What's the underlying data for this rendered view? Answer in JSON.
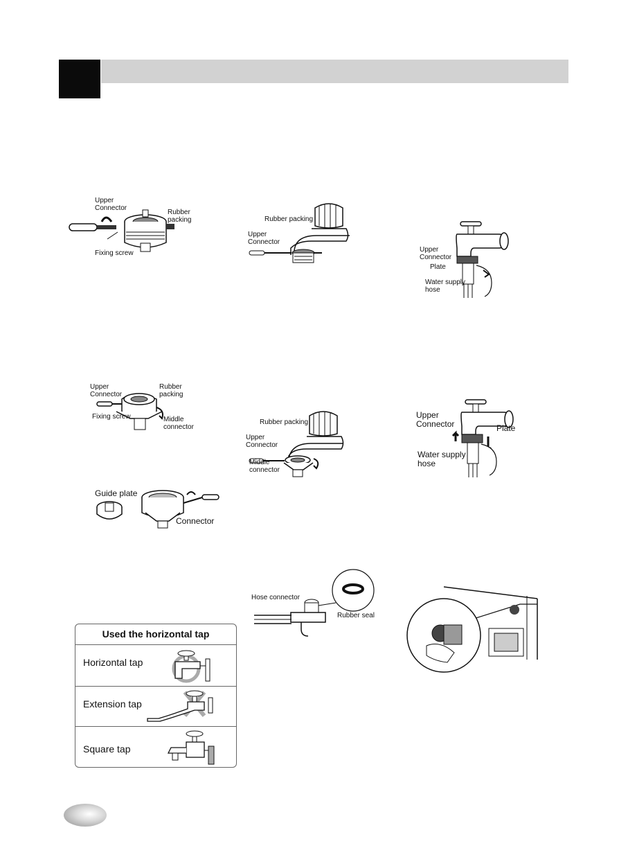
{
  "header": {
    "square_color": "#0b0b0b",
    "band_color": "#d2d2d2"
  },
  "figures": {
    "fig1": {
      "upper_connector": "Upper\nConnector",
      "rubber_packing": "Rubber\npacking",
      "fixing_screw": "Fixing screw"
    },
    "fig2": {
      "rubber_packing": "Rubber packing",
      "upper_connector": "Upper\nConnector"
    },
    "fig3": {
      "upper_connector": "Upper\nConnector",
      "plate": "Plate",
      "water_supply_hose": "Water supply\nhose"
    },
    "fig4": {
      "upper_connector": "Upper\nConnector",
      "rubber_packing": "Rubber\npacking",
      "fixing_screw": "Fixing screw",
      "middle_connector": "Middle\nconnector"
    },
    "fig5": {
      "rubber_packing": "Rubber packing",
      "upper_connector": "Upper\nConnector",
      "middle_connector": "Middle\nconnector"
    },
    "fig6": {
      "upper_connector": "Upper\nConnector",
      "plate": "Plate",
      "water_supply_hose": "Water supply\nhose"
    },
    "fig7": {
      "guide_plate": "Guide plate",
      "connector": "Connector"
    },
    "fig8": {
      "hose_connector": "Hose connector",
      "rubber_seal": "Rubber seal"
    }
  },
  "tap_box": {
    "title": "Used the horizontal tap",
    "rows": [
      {
        "label": "Horizontal tap",
        "status": "ok"
      },
      {
        "label": "Extension tap",
        "status": "no"
      },
      {
        "label": "Square tap",
        "status": "plain"
      }
    ]
  },
  "footer": {
    "page_oval_color": "#9a9a9a"
  }
}
